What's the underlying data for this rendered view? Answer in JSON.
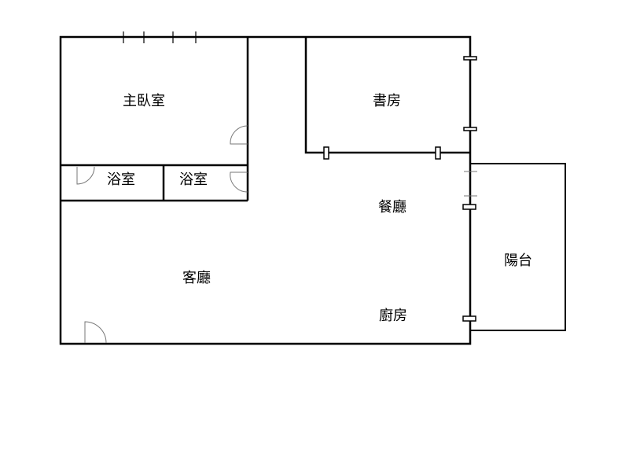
{
  "floorplan": {
    "rooms": {
      "master_bedroom": "主臥室",
      "bathroom_1": "浴室",
      "bathroom_2": "浴室",
      "study": "書房",
      "dining_room": "餐廳",
      "living_room": "客廳",
      "kitchen": "廚房",
      "balcony": "陽台"
    },
    "colors": {
      "wall": "#000000",
      "door": "#777777",
      "background": "#ffffff"
    }
  }
}
